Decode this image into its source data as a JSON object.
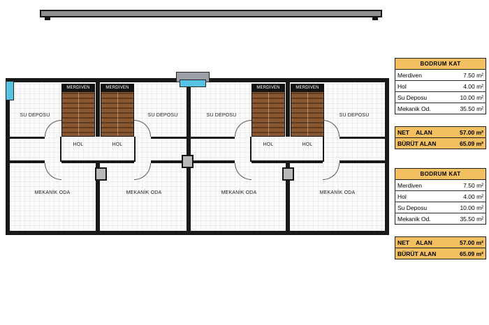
{
  "plan": {
    "room_labels": {
      "merdiven": "MERDİVEN",
      "su_deposu": "SU DEPOSU",
      "hol": "HOL",
      "mekanik_oda": "MEKANİK ODA"
    },
    "colors": {
      "wall": "#191919",
      "stair_wood": "#7c4e2b",
      "window_cyan": "#56c3e4",
      "table_header_yellow": "#f2c061"
    }
  },
  "tables": [
    {
      "header": "BODRUM KAT",
      "rows": [
        {
          "label": "Merdiven",
          "value": "7.50 m²"
        },
        {
          "label": "Hol",
          "value": "4.00 m²"
        },
        {
          "label": "Su Deposu",
          "value": "10.00 m²"
        },
        {
          "label": "Mekanik Od.",
          "value": "35.50 m²"
        }
      ],
      "summary": [
        {
          "label": "NET    ALAN",
          "value": "57.00 m²"
        },
        {
          "label": "BÜRÜT ALAN",
          "value": "65.09 m²"
        }
      ]
    },
    {
      "header": "BODRUM KAT",
      "rows": [
        {
          "label": "Merdiven",
          "value": "7.50 m²"
        },
        {
          "label": "Hol",
          "value": "4.00 m²"
        },
        {
          "label": "Su Deposu",
          "value": "10.00 m²"
        },
        {
          "label": "Mekanik Od.",
          "value": "35.50 m²"
        }
      ],
      "summary": [
        {
          "label": "NET    ALAN",
          "value": "57.00 m²"
        },
        {
          "label": "BÜRÜT ALAN",
          "value": "65.09 m²"
        }
      ]
    }
  ]
}
